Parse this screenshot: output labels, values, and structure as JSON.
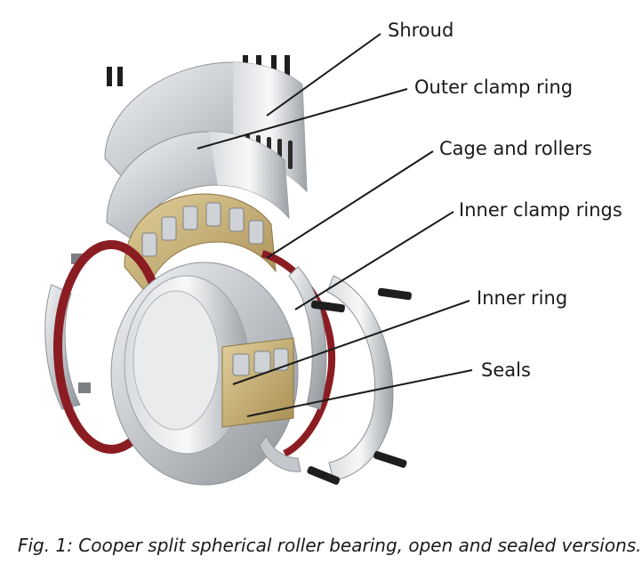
{
  "labels": {
    "shroud": "Shroud",
    "outer_clamp_ring": "Outer clamp ring",
    "cage_and_rollers": "Cage and rollers",
    "inner_clamp_rings": "Inner clamp rings",
    "inner_ring": "Inner ring",
    "seals": "Seals"
  },
  "caption": "Fig. 1:  Cooper split spherical roller bearing, open and sealed versions.",
  "colors": {
    "steel_light": "#e6e8ea",
    "steel_mid": "#b9bdc2",
    "steel_dark": "#6d7277",
    "seal_red": "#8a1c22",
    "cage_brass": "#c9b27a",
    "bolt_black": "#1e1e1e",
    "leader_line": "#1a1a1a"
  }
}
